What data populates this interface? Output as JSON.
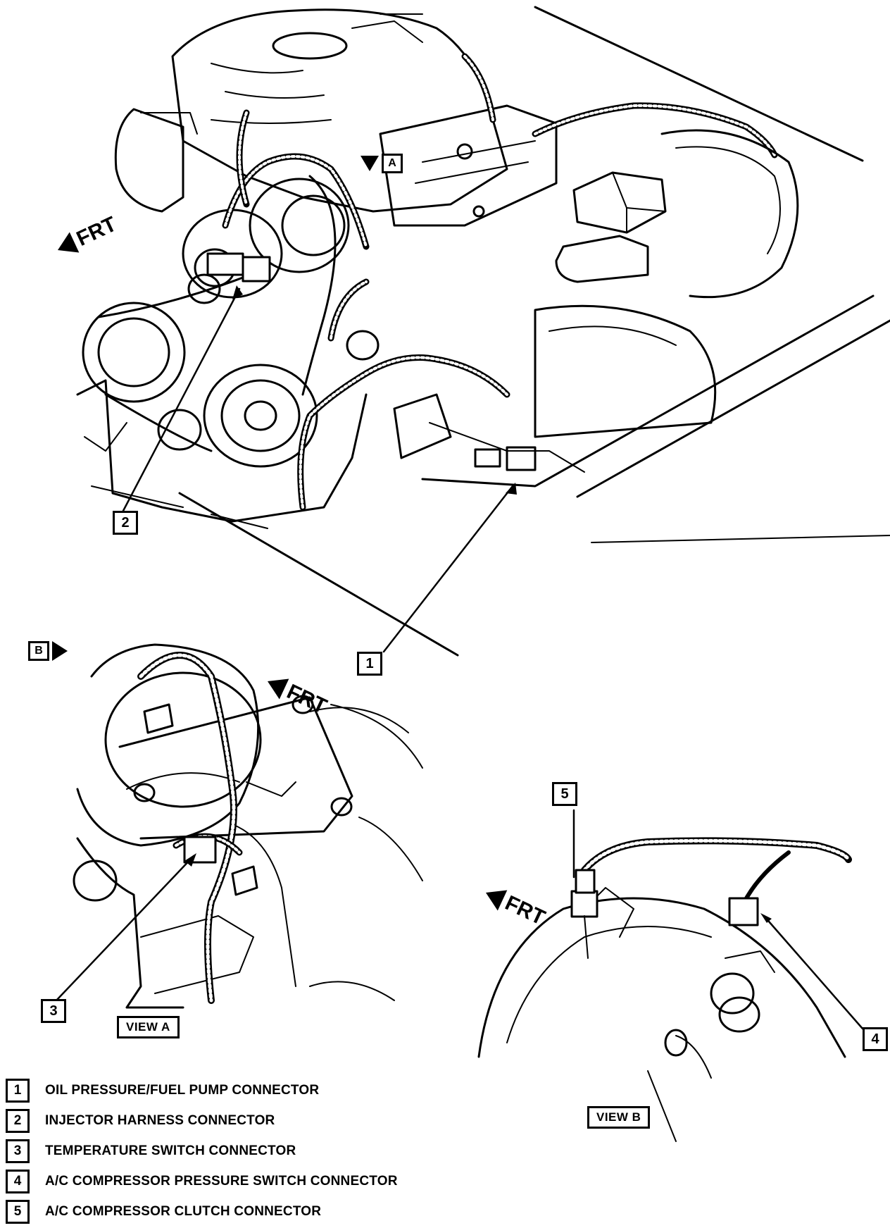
{
  "callouts": {
    "c1": "1",
    "c2": "2",
    "c3": "3",
    "c4": "4",
    "c5": "5"
  },
  "direction_label": "FRT",
  "view_tags": {
    "a": "A",
    "b": "B"
  },
  "view_labels": {
    "view_a": "VIEW A",
    "view_b": "VIEW B"
  },
  "legend": [
    {
      "num": "1",
      "text": "OIL PRESSURE/FUEL PUMP CONNECTOR"
    },
    {
      "num": "2",
      "text": "INJECTOR HARNESS CONNECTOR"
    },
    {
      "num": "3",
      "text": "TEMPERATURE SWITCH CONNECTOR"
    },
    {
      "num": "4",
      "text": "A/C COMPRESSOR PRESSURE SWITCH CONNECTOR"
    },
    {
      "num": "5",
      "text": "A/C COMPRESSOR CLUTCH CONNECTOR"
    }
  ]
}
